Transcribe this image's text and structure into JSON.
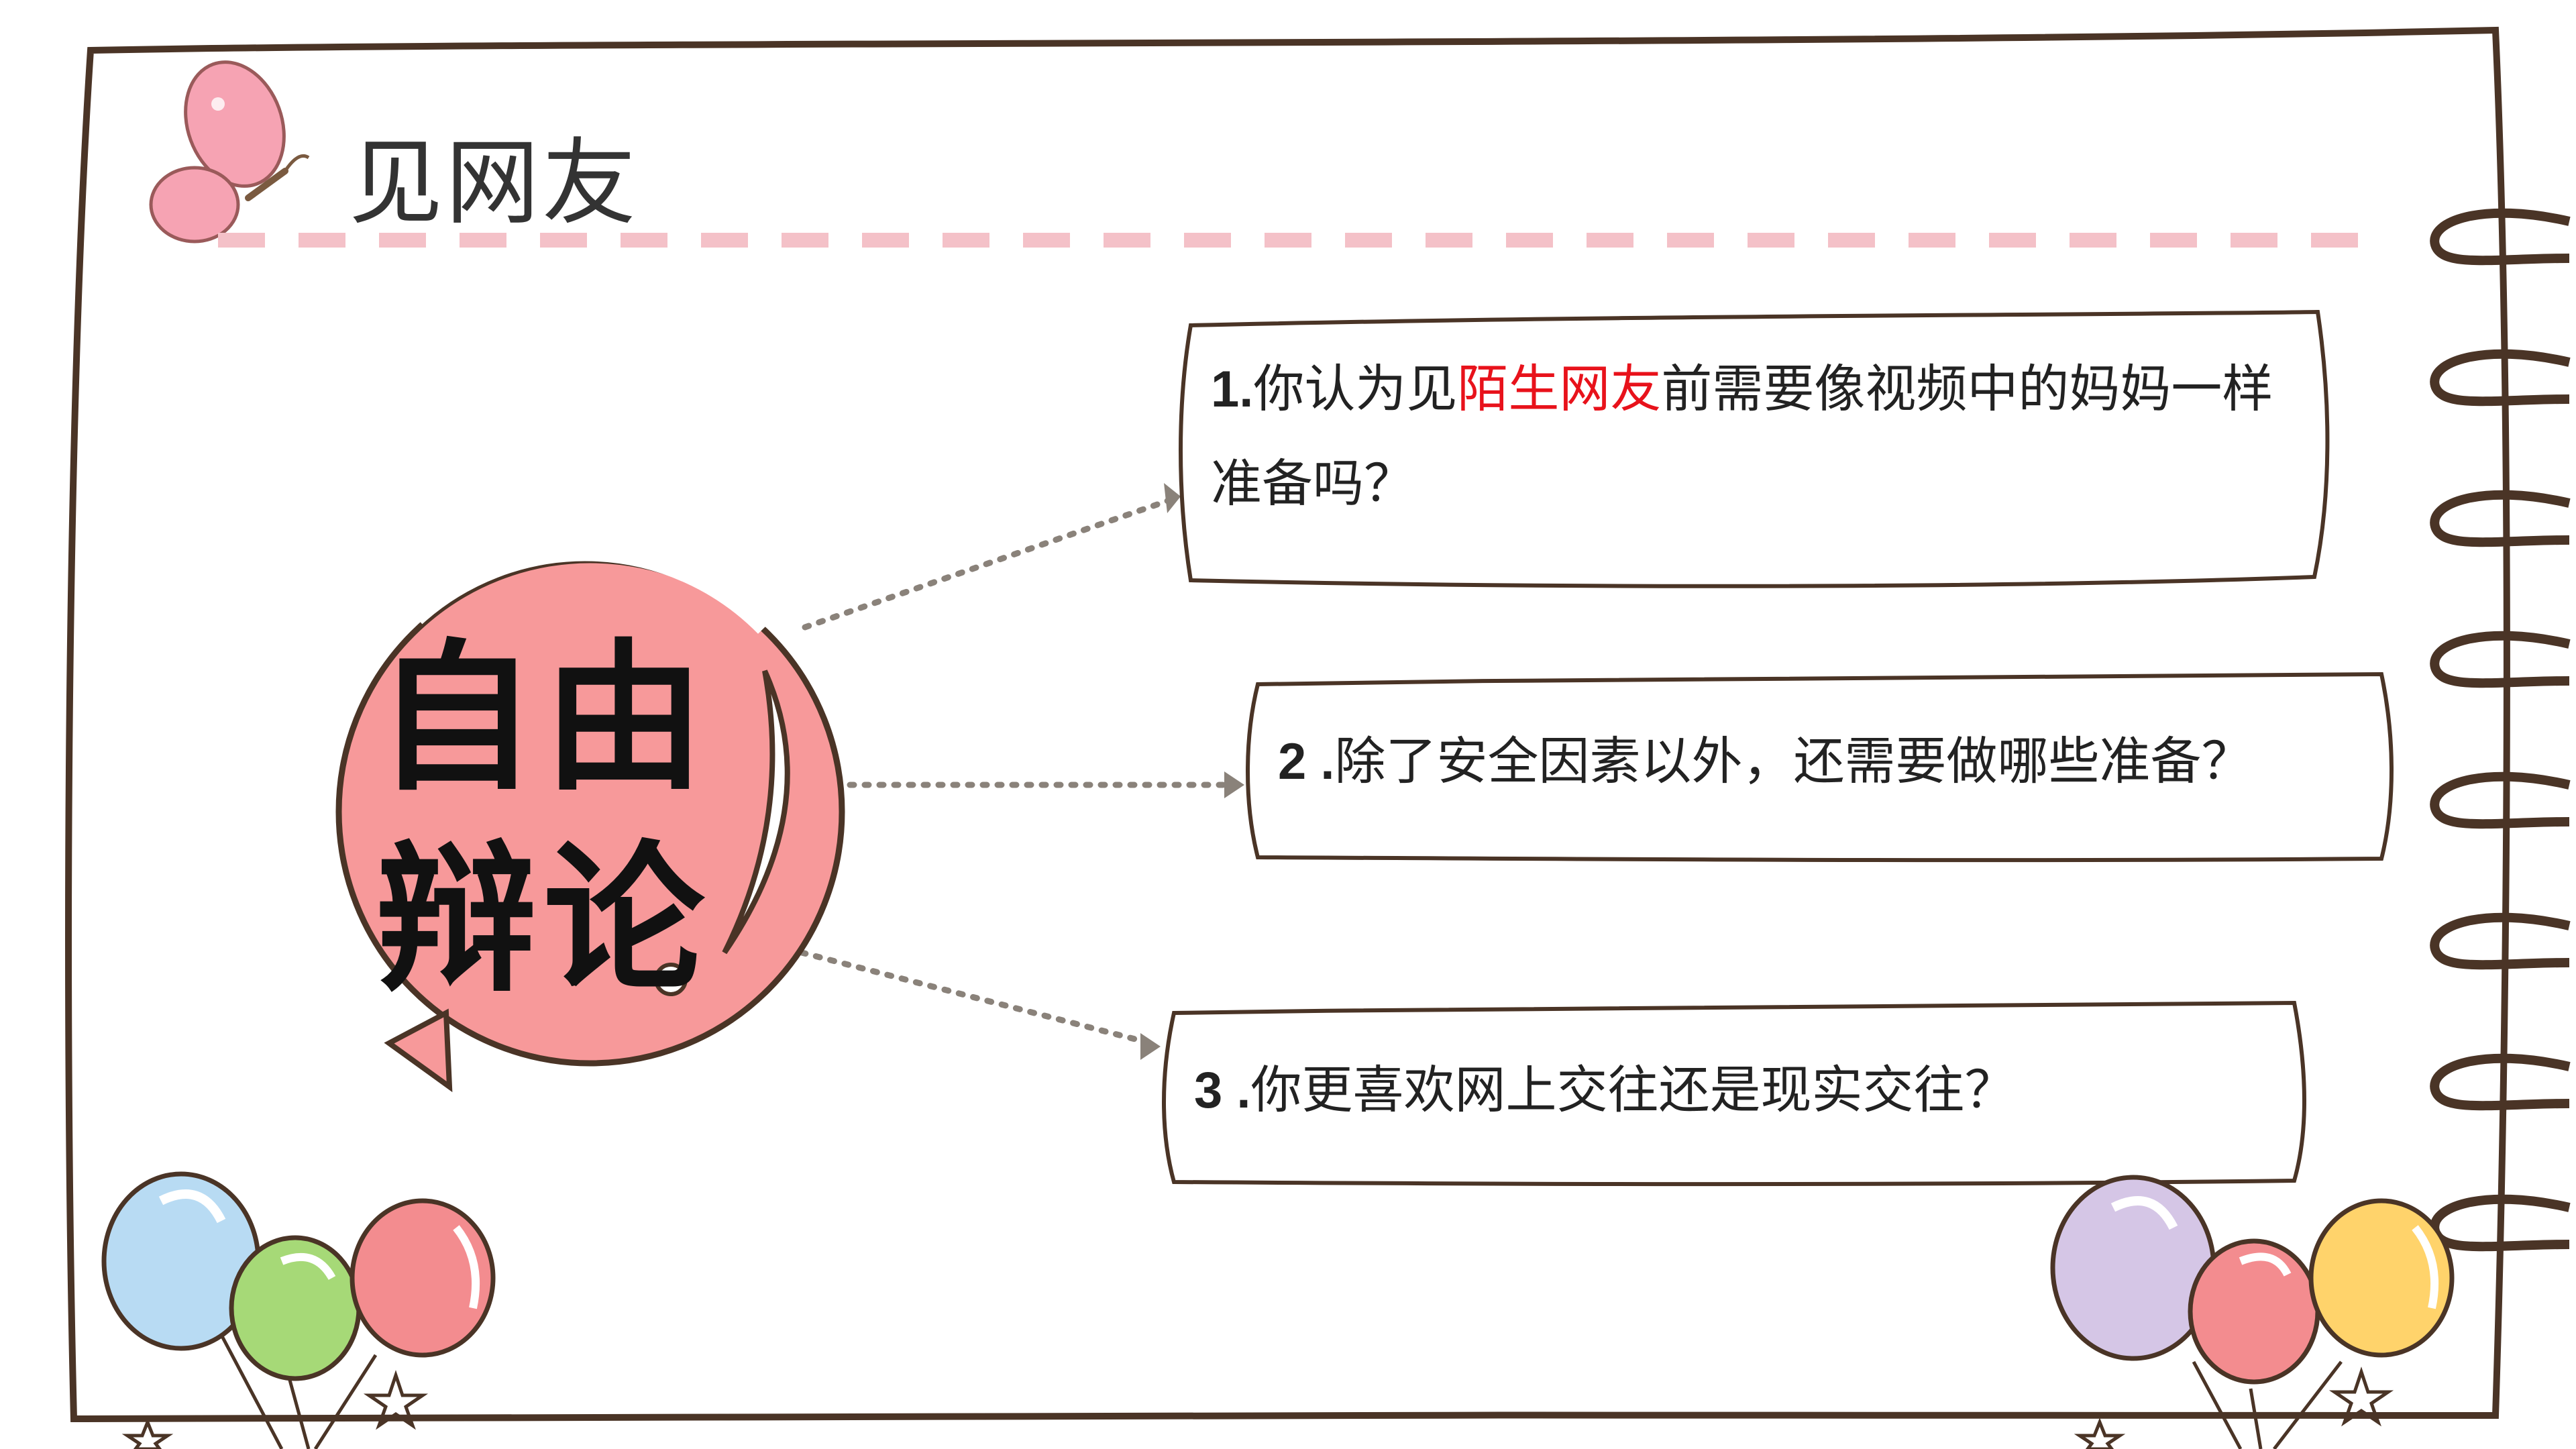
{
  "header": {
    "title": "见网友"
  },
  "center": {
    "line1": "自由",
    "line2": "辩论"
  },
  "questions": [
    {
      "num": "1.",
      "pre": "你认为见",
      "highlight": "陌生网友",
      "post": "前需要像视频中的妈妈一样准备吗？"
    },
    {
      "num": "2 .",
      "text": "除了安全因素以外，还需要做哪些准备？"
    },
    {
      "num": "3 .",
      "text": "你更喜欢网上交往还是现实交往？"
    }
  ],
  "colors": {
    "highlight": "#e8121b",
    "circle_fill": "#f7999a",
    "dash": "#f4c1c8",
    "frame": "#4a3426"
  },
  "icons": [
    "butterfly-icon",
    "balloon-icon",
    "star-icon"
  ]
}
